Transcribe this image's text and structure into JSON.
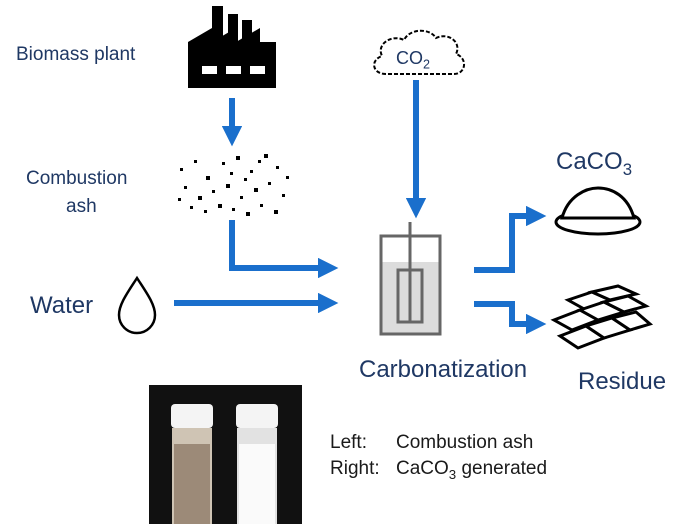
{
  "labels": {
    "biomass_plant": "Biomass plant",
    "combustion_ash_line1": "Combustion",
    "combustion_ash_line2": "ash",
    "water": "Water",
    "co2_main": "CO",
    "co2_sub": "2",
    "carbonatization": "Carbonatization",
    "caco3_main": "CaCO",
    "caco3_sub": "3",
    "residue": "Residue"
  },
  "photo_caption": {
    "left_key": "Left:",
    "left_value": "Combustion ash",
    "right_key": "Right:",
    "right_value_pre": "CaCO",
    "right_value_sub": "3",
    "right_value_post": " generated"
  },
  "colors": {
    "arrow_blue": "#1a6fcc",
    "label_navy": "#1f3864",
    "photo_background": "#111111"
  },
  "icons": [
    "factory-icon",
    "ash-particles-icon",
    "water-drop-icon",
    "cloud-icon",
    "reactor-tank-icon",
    "caco3-pile-icon",
    "residue-bags-icon"
  ]
}
